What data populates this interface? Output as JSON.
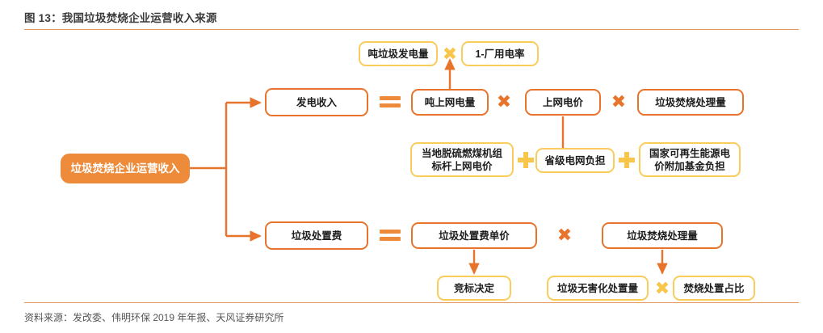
{
  "figure": {
    "title": "图 13：我国垃圾焚烧企业运营收入来源",
    "source": "资料来源：发改委、伟明环保 2019 年年报、天风证券研究所"
  },
  "colors": {
    "orange_border": "#E8742B",
    "orange_fill": "#ED8B3A",
    "yellow_border": "#F9CC5B",
    "yellow_symbol": "#F7C64B",
    "rule": "#e8975a",
    "title_text": "#3b3b3b",
    "source_text": "#555555"
  },
  "nodes": {
    "root": "垃圾焚烧企业运营收入",
    "power_revenue": "发电收入",
    "per_ton_grid_power": "吨上网电量",
    "grid_price": "上网电价",
    "incineration_volume_top": "垃圾焚烧处理量",
    "per_ton_generation": "吨垃圾发电量",
    "minus_plant_usage_rate": "1-厂用电率",
    "benchmark_price": "当地脱硫燃煤机组\n标杆上网电价",
    "provincial_grid_burden": "省级电网负担",
    "national_fund_burden": "国家可再生能源电\n价附加基金负担",
    "disposal_fee": "垃圾处置费",
    "disposal_unit_price": "垃圾处置费单价",
    "incineration_volume_bottom": "垃圾焚烧处理量",
    "bidding_decision": "竞标决定",
    "harmless_disposal_volume": "垃圾无害化处置量",
    "incineration_share": "焚烧处置占比"
  },
  "operators": {
    "times": "✖",
    "equals": "=",
    "plus": "+"
  }
}
